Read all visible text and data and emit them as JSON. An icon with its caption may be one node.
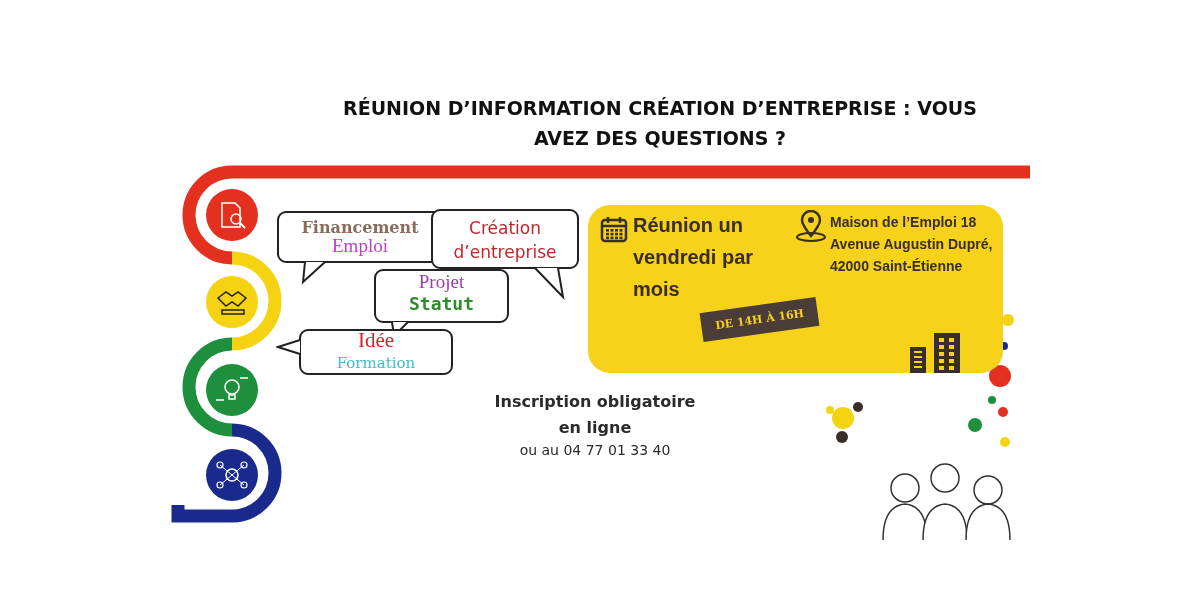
{
  "diagram": {
    "title": "RÉUNION D’INFORMATION CRÉATION D’ENTREPRISE : VOUS AVEZ DES QUESTIONS ?",
    "nodes": [
      {
        "text": [
          "Financement",
          "Emploi"
        ]
      },
      {
        "text": [
          "Création d’entreprise"
        ]
      },
      {
        "text": [
          "Projet",
          "Statut"
        ]
      },
      {
        "text": [
          "Idée",
          "Formation"
        ]
      },
      {
        "text": [
          "Réunion un vendredi par mois",
          "Maison de l’Emploi 18 Avenue Augustin Dupré, 42000 Saint-Étienne"
        ]
      },
      {
        "text": [
          "DE 14H À 16H"
        ],
        "in": 4
      }
    ],
    "edges": [],
    "labels": [
      "Inscription obligatoire",
      "en ligne",
      "ou au 04 77 01 33 40"
    ]
  }
}
